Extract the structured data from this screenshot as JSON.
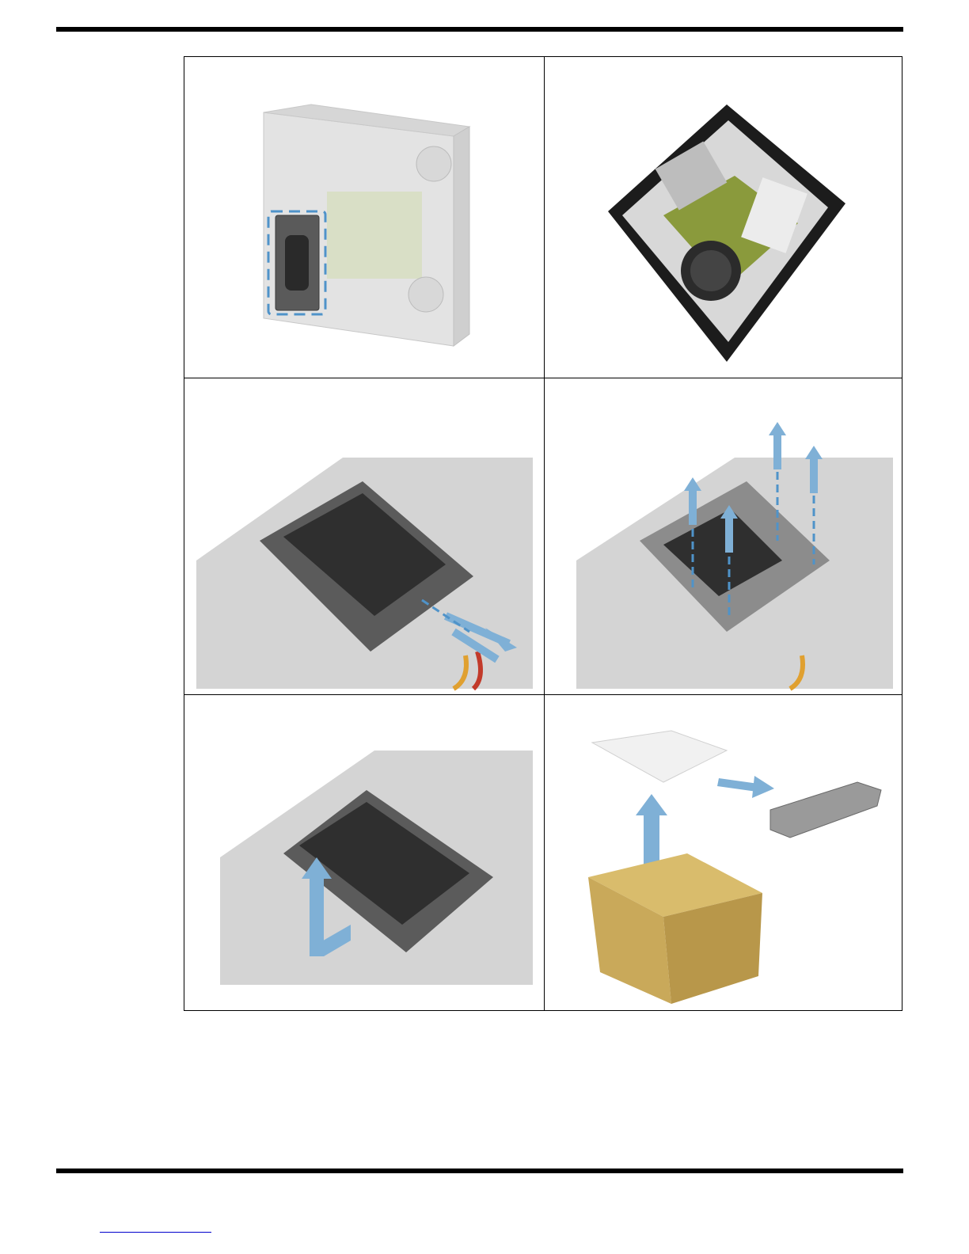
{
  "document": {
    "panels": [
      {
        "id": "panel-1",
        "illustration": "computer-tower-side-hard-drive-cage-highlighted"
      },
      {
        "id": "panel-2",
        "illustration": "computer-chassis-interior-open"
      },
      {
        "id": "panel-3",
        "illustration": "disconnect-drive-cables-arrows"
      },
      {
        "id": "panel-4",
        "illustration": "remove-four-screws-arrows"
      },
      {
        "id": "panel-5",
        "illustration": "slide-drive-cage-out-arrow"
      },
      {
        "id": "panel-6",
        "illustration": "unpack-new-hard-drive-from-box"
      }
    ],
    "colors": {
      "arrow": "#7fb0d6",
      "highlight_dash": "#4f93c9",
      "motherboard_green": "#8a9a3c",
      "box_cardboard": "#c9a95a",
      "case_black": "#1c1c1c",
      "ghost_gray": "#d2d2d2"
    }
  }
}
